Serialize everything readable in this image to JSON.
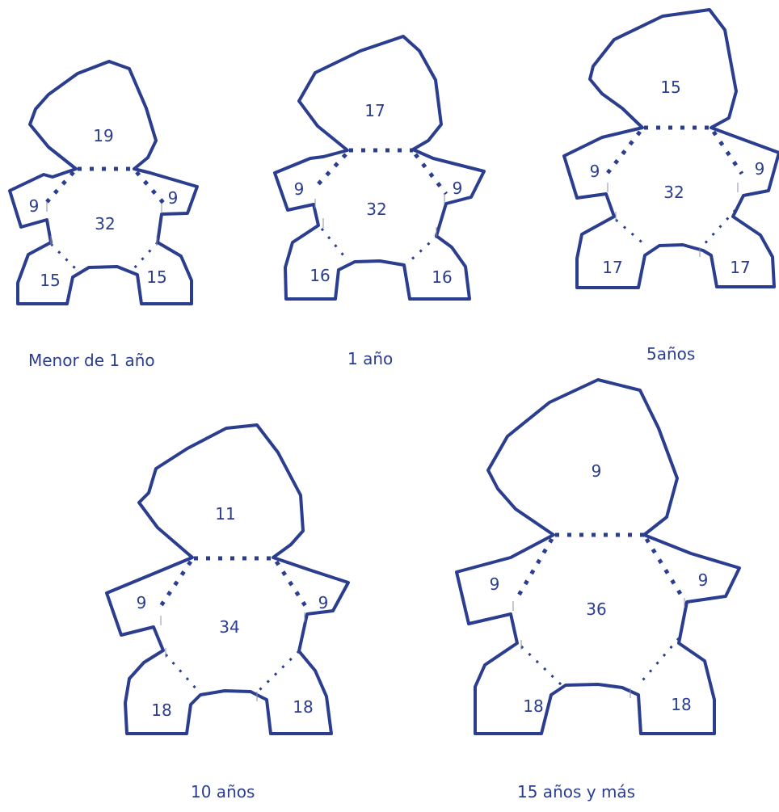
{
  "figures": [
    {
      "caption": "Menor de 1 año",
      "head": "19",
      "trunk": "32",
      "arm_left": "9",
      "arm_right": "9",
      "leg_left": "15",
      "leg_right": "15"
    },
    {
      "caption": "1 año",
      "head": "17",
      "trunk": "32",
      "arm_left": "9",
      "arm_right": "9",
      "leg_left": "16",
      "leg_right": "16"
    },
    {
      "caption": "5años",
      "head": "15",
      "trunk": "32",
      "arm_left": "9",
      "arm_right": "9",
      "leg_left": "17",
      "leg_right": "17"
    },
    {
      "caption": "10 años",
      "head": "11",
      "trunk": "34",
      "arm_left": "9",
      "arm_right": "9",
      "leg_left": "18",
      "leg_right": "18"
    },
    {
      "caption": "15 años y más",
      "head": "9",
      "trunk": "36",
      "arm_left": "9",
      "arm_right": "9",
      "leg_left": "18",
      "leg_right": "18"
    }
  ],
  "colors": {
    "outline": "#2b3d8f"
  }
}
